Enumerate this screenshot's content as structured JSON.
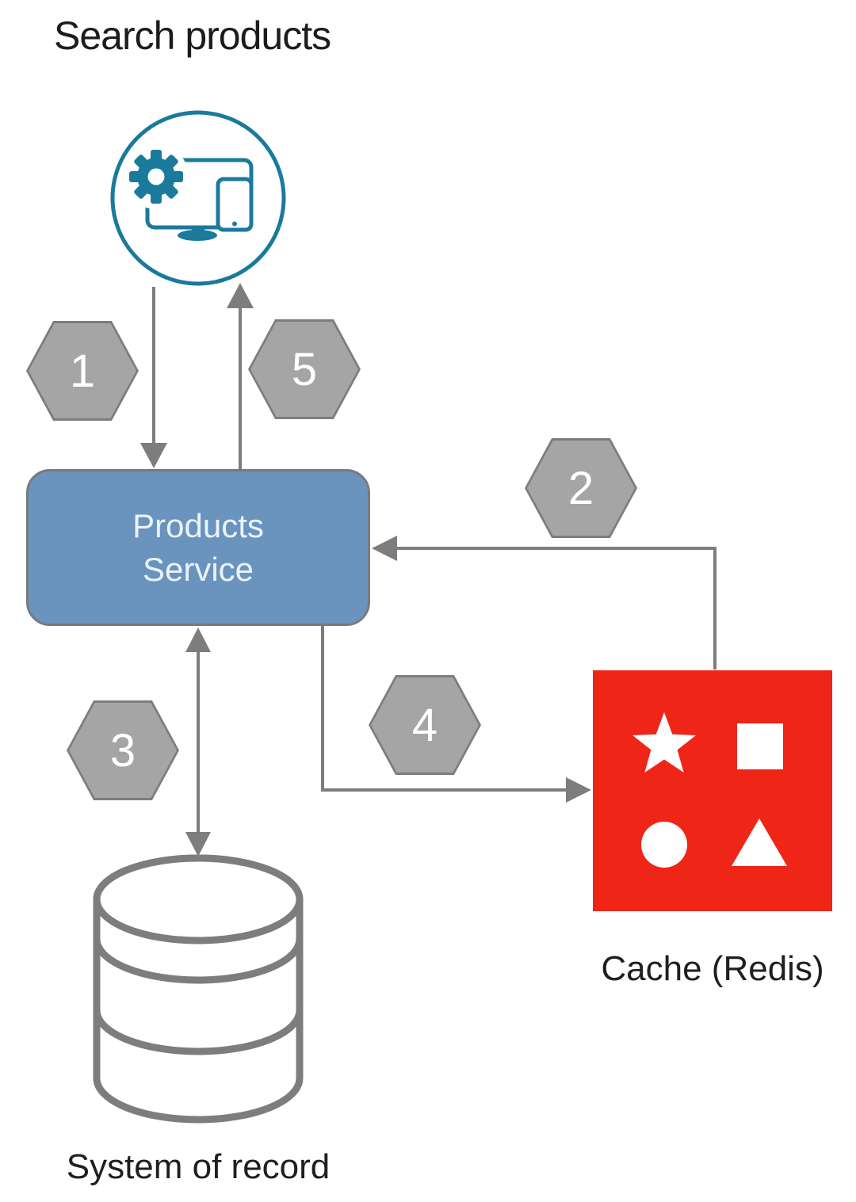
{
  "title": "Search products",
  "colors": {
    "client_teal": "#1A7A9C",
    "service_blue": "#6A94BD",
    "cache_red": "#EE2517",
    "hexagon_fill": "#A5A5A5",
    "hexagon_border": "#7D7D7D",
    "arrow_gray": "#7D7D7D",
    "label_black": "#1F1F1F"
  },
  "nodes": {
    "client": {
      "icon": "client-devices-gear-icon"
    },
    "products_service": {
      "lines": [
        "Products",
        "Service"
      ]
    },
    "cache": {
      "label": "Cache (Redis)",
      "icon_shapes": [
        "star",
        "square",
        "circle",
        "triangle"
      ]
    },
    "database": {
      "label": "System of record",
      "icon": "database-cylinder-icon"
    }
  },
  "steps": [
    {
      "number": "1"
    },
    {
      "number": "2"
    },
    {
      "number": "3"
    },
    {
      "number": "4"
    },
    {
      "number": "5"
    }
  ]
}
